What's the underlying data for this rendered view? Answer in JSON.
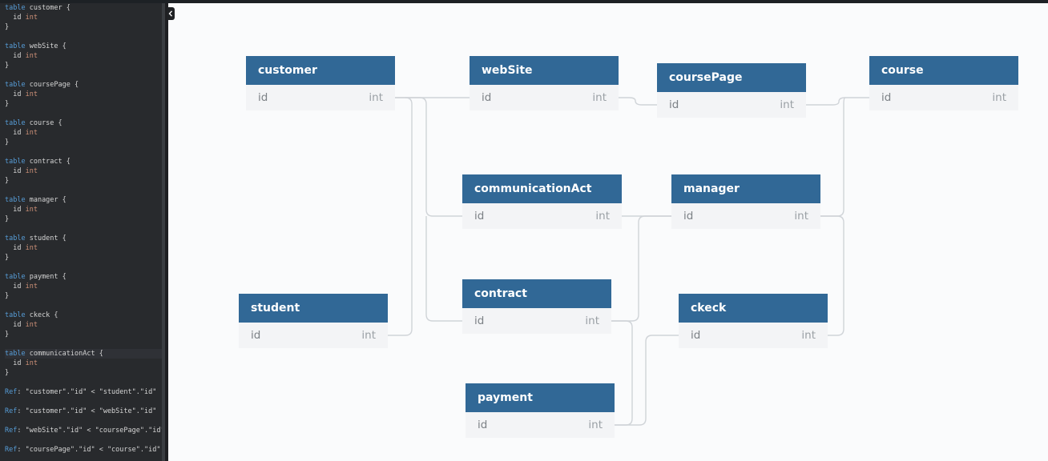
{
  "editor": {
    "lines": [
      [
        {
          "t": "table",
          "c": "kw"
        },
        {
          "t": " customer {",
          "c": "op"
        }
      ],
      [
        {
          "t": "  id ",
          "c": "op"
        },
        {
          "t": "int",
          "c": "ty"
        }
      ],
      [
        {
          "t": "}",
          "c": "op"
        }
      ],
      [],
      [
        {
          "t": "table",
          "c": "kw"
        },
        {
          "t": " webSite {",
          "c": "op"
        }
      ],
      [
        {
          "t": "  id ",
          "c": "op"
        },
        {
          "t": "int",
          "c": "ty"
        }
      ],
      [
        {
          "t": "}",
          "c": "op"
        }
      ],
      [],
      [
        {
          "t": "table",
          "c": "kw"
        },
        {
          "t": " coursePage {",
          "c": "op"
        }
      ],
      [
        {
          "t": "  id ",
          "c": "op"
        },
        {
          "t": "int",
          "c": "ty"
        }
      ],
      [
        {
          "t": "}",
          "c": "op"
        }
      ],
      [],
      [
        {
          "t": "table",
          "c": "kw"
        },
        {
          "t": " course {",
          "c": "op"
        }
      ],
      [
        {
          "t": "  id ",
          "c": "op"
        },
        {
          "t": "int",
          "c": "ty"
        }
      ],
      [
        {
          "t": "}",
          "c": "op"
        }
      ],
      [],
      [
        {
          "t": "table",
          "c": "kw"
        },
        {
          "t": " contract {",
          "c": "op"
        }
      ],
      [
        {
          "t": "  id ",
          "c": "op"
        },
        {
          "t": "int",
          "c": "ty"
        }
      ],
      [
        {
          "t": "}",
          "c": "op"
        }
      ],
      [],
      [
        {
          "t": "table",
          "c": "kw"
        },
        {
          "t": " manager {",
          "c": "op"
        }
      ],
      [
        {
          "t": "  id ",
          "c": "op"
        },
        {
          "t": "int",
          "c": "ty"
        }
      ],
      [
        {
          "t": "}",
          "c": "op"
        }
      ],
      [],
      [
        {
          "t": "table",
          "c": "kw"
        },
        {
          "t": " student {",
          "c": "op"
        }
      ],
      [
        {
          "t": "  id ",
          "c": "op"
        },
        {
          "t": "int",
          "c": "ty"
        }
      ],
      [
        {
          "t": "}",
          "c": "op"
        }
      ],
      [],
      [
        {
          "t": "table",
          "c": "kw"
        },
        {
          "t": " payment {",
          "c": "op"
        }
      ],
      [
        {
          "t": "  id ",
          "c": "op"
        },
        {
          "t": "int",
          "c": "ty"
        }
      ],
      [
        {
          "t": "}",
          "c": "op"
        }
      ],
      [],
      [
        {
          "t": "table",
          "c": "kw"
        },
        {
          "t": " ckeck {",
          "c": "op"
        }
      ],
      [
        {
          "t": "  id ",
          "c": "op"
        },
        {
          "t": "int",
          "c": "ty"
        }
      ],
      [
        {
          "t": "}",
          "c": "op"
        }
      ],
      [],
      [
        {
          "t": "table",
          "c": "kw"
        },
        {
          "t": " communicationAct {",
          "c": "op"
        }
      ],
      [
        {
          "t": "  id ",
          "c": "op"
        },
        {
          "t": "int",
          "c": "ty"
        }
      ],
      [
        {
          "t": "}",
          "c": "op"
        }
      ],
      [],
      [
        {
          "t": "Ref",
          "c": "kw"
        },
        {
          "t": ": \"customer\".\"id\" < \"student\".\"id\"",
          "c": "op"
        }
      ],
      [],
      [
        {
          "t": "Ref",
          "c": "kw"
        },
        {
          "t": ": \"customer\".\"id\" < \"webSite\".\"id\"",
          "c": "op"
        }
      ],
      [],
      [
        {
          "t": "Ref",
          "c": "kw"
        },
        {
          "t": ": \"webSite\".\"id\" < \"coursePage\".\"id\"",
          "c": "op"
        }
      ],
      [],
      [
        {
          "t": "Ref",
          "c": "kw"
        },
        {
          "t": ": \"coursePage\".\"id\" < \"course\".\"id\"",
          "c": "op"
        }
      ]
    ],
    "current_line": 36
  },
  "tables": [
    {
      "name": "customer",
      "field": "id",
      "type": "int"
    },
    {
      "name": "webSite",
      "field": "id",
      "type": "int"
    },
    {
      "name": "coursePage",
      "field": "id",
      "type": "int"
    },
    {
      "name": "course",
      "field": "id",
      "type": "int"
    },
    {
      "name": "communicationAct",
      "field": "id",
      "type": "int"
    },
    {
      "name": "manager",
      "field": "id",
      "type": "int"
    },
    {
      "name": "student",
      "field": "id",
      "type": "int"
    },
    {
      "name": "contract",
      "field": "id",
      "type": "int"
    },
    {
      "name": "ckeck",
      "field": "id",
      "type": "int"
    },
    {
      "name": "payment",
      "field": "id",
      "type": "int"
    }
  ],
  "refs": [
    [
      "customer",
      "webSite"
    ],
    [
      "customer",
      "student"
    ],
    [
      "customer",
      "communicationAct"
    ],
    [
      "customer",
      "contract"
    ],
    [
      "webSite",
      "coursePage"
    ],
    [
      "coursePage",
      "course"
    ],
    [
      "course",
      "manager"
    ],
    [
      "communicationAct",
      "manager"
    ],
    [
      "manager",
      "contract"
    ],
    [
      "manager",
      "ckeck"
    ],
    [
      "contract",
      "payment"
    ],
    [
      "payment",
      "ckeck"
    ]
  ],
  "colors": {
    "header": "#316896",
    "row": "#f3f4f6",
    "link": "#d0d4d8",
    "editor_bg": "#282a2d"
  },
  "icons": {
    "collapse": "chevron-left-icon"
  }
}
